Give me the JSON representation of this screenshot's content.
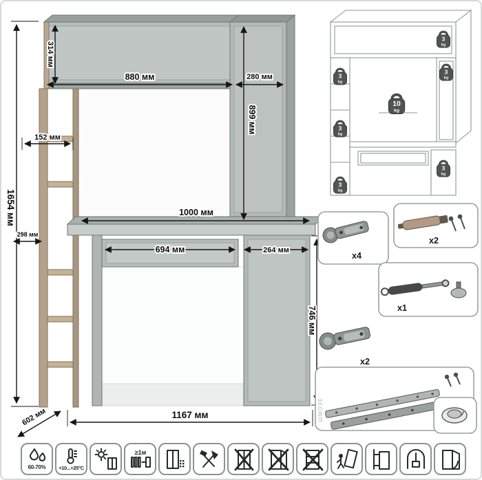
{
  "main_diagram": {
    "dims": {
      "total_height": "1654 мм",
      "hutch_height": "314 мм",
      "hutch_width": "880 мм",
      "top_right_width": "280 мм",
      "opening_height": "899 мм",
      "shelf_depth": "152 мм",
      "left_depth": "298 мм",
      "desktop_width": "1000 мм",
      "drawer_width": "694 мм",
      "pedestal_width": "264 мм",
      "desk_height": "746 мм",
      "depth": "602 мм",
      "total_width": "1167 мм"
    }
  },
  "load_diagram": {
    "weights": [
      {
        "value": "3",
        "unit": "kg"
      },
      {
        "value": "3",
        "unit": "kg"
      },
      {
        "value": "3",
        "unit": "kg"
      },
      {
        "value": "10",
        "unit": "kg"
      },
      {
        "value": "3",
        "unit": "kg"
      },
      {
        "value": "3",
        "unit": "kg"
      },
      {
        "value": "3",
        "unit": "kg"
      }
    ]
  },
  "hardware": {
    "hinge_a_qty": "x4",
    "damper_qty": "x2",
    "gas_lift_qty": "x1",
    "hinge_b_qty": "x2"
  },
  "care": {
    "humidity": "60-70%",
    "temperature": "+10...+25°C",
    "heat_distance": "≥1м"
  },
  "watermark": "ШМОЗЕ"
}
